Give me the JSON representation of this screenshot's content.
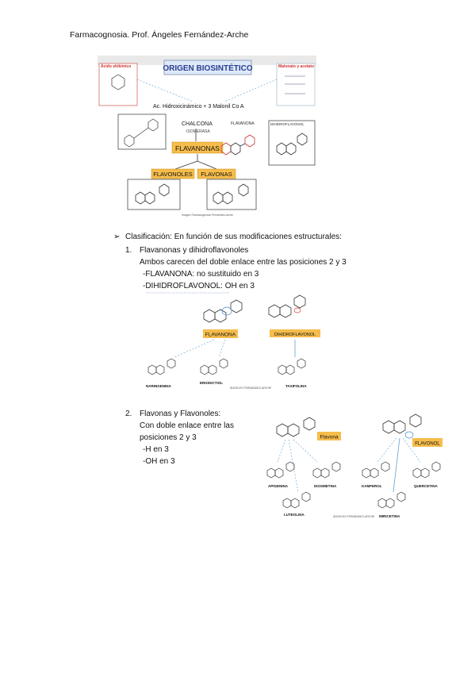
{
  "header": {
    "title": "Farmacognosia. Prof. Ángeles Fernández-Arche"
  },
  "figure1": {
    "title": "ORIGEN BIOSINTÉTICO",
    "left_label": "Ácido shikímico",
    "right_label": "Malonato y acetato",
    "precursor": "Ac. Hidroxicinámico + 3 Malonil Co A",
    "chalcona": "CHALCONA",
    "isomerasa": "ISOMERASA",
    "flavanona_small": "FLAVANONA",
    "dihidroflavonol_small": "DIHIDROFLAVONOL",
    "flavanonas": "FLAVANONAS",
    "flavonoles": "FLAVONOLES",
    "flavonas": "FLAVONAS",
    "caption": "Imagen Farmacognosia Fernández-Arche"
  },
  "body": {
    "bullet_glyph": "➢",
    "classification": "Clasificación: En función de sus modificaciones estructurales:",
    "item1_num": "1.",
    "item1_title": "Flavanonas y dihidroflavonoles",
    "item1_line1": "Ambos carecen del doble enlace entre las posiciones 2 y 3",
    "item1_line2": "-FLAVANONA: no sustituido en 3",
    "item1_line3": "-DIHIDROFLAVONOL: OH en 3",
    "item2_num": "2.",
    "item2_title": "Flavonas y Flavonoles:",
    "item2_line1": "Con doble enlace entre las",
    "item2_line2": "posiciones 2 y 3",
    "item2_line3": "-H en 3",
    "item2_line4": "-OH en 3"
  },
  "figure2": {
    "flavanona": "FLAVANONA",
    "dihidroflavonol": "DIHIDROFLAVONOL",
    "naringenina": "NARINGENINA",
    "eriodictiol": "ERIODICTIOL",
    "taxifolina": "TAXIFOLINA",
    "credit": "ÁNGELES FERNÁNDEZ-ARCHE"
  },
  "figure3": {
    "flavona": "Flavona",
    "flavonol": "FLAVONOL",
    "apigenina": "APIGENINA",
    "diosmetina": "DIOSMETINA",
    "luteolina": "LUTEOLINA",
    "kaempferol": "KAMFEROL",
    "quercetina": "QUERCETINA",
    "miricetina": "MIRICETINA",
    "credit": "ÁNGELES FERNÁNDEZ-ARCHE"
  }
}
